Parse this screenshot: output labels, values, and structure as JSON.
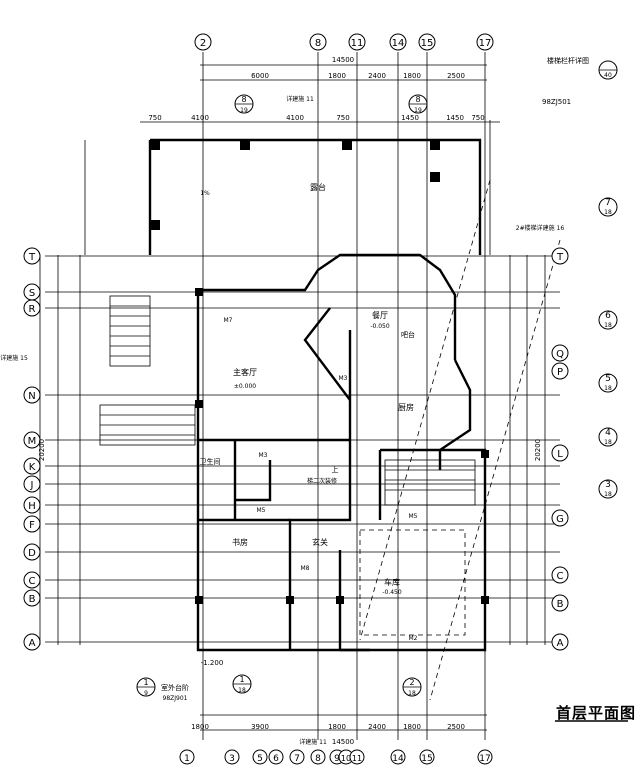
{
  "title": "首层平面图",
  "ref_stair": "楼梯栏杆详图",
  "ref_stair_code": "98ZJ501",
  "ref_stair_detail": "40",
  "top_axes": [
    "2",
    "8",
    "11",
    "14",
    "15",
    "17"
  ],
  "bottom_axes": [
    "1",
    "3",
    "5",
    "6",
    "7",
    "8",
    "9",
    "10",
    "11",
    "14",
    "15",
    "17"
  ],
  "left_axes": [
    "T",
    "S",
    "R",
    "N",
    "M",
    "K",
    "J",
    "H",
    "F",
    "D",
    "C",
    "B",
    "A"
  ],
  "right_axes": [
    "7",
    "T",
    "6",
    "Q",
    "P",
    "5",
    "4",
    "L",
    "3",
    "G",
    "C",
    "B",
    "A"
  ],
  "top_dims_total": "14500",
  "top_dims": [
    "6000",
    "1800",
    "2400",
    "1800",
    "2500"
  ],
  "top_dims2": [
    "750",
    "4100",
    "4100",
    "750",
    "1450",
    "1450",
    "750"
  ],
  "bottom_dims_total": "14500",
  "bottom_dims": [
    "1800",
    "3900",
    "1800",
    "2400",
    "1800",
    "2500"
  ],
  "left_dims_total": "20200",
  "right_dims_total": "20200",
  "rooms": {
    "living": "主客厅",
    "living_elev": "±0.000",
    "dining": "餐厅",
    "kitchen": "厨房",
    "bathroom": "卫生间",
    "study": "书房",
    "foyer": "玄关",
    "garage": "车库",
    "terrace": "露台",
    "bar": "吧台",
    "stair_note": "梯二次装修",
    "garage_elev": "-0.450",
    "dining_elev": "-0.050",
    "outdoor_elev": "-1.200",
    "outdoor_step": "室外台阶",
    "outdoor_step_code": "98ZJ901",
    "upper_note": "上",
    "m3": "M3",
    "m5": "M5",
    "m7": "M7",
    "m8": "M8",
    "m2": "M2",
    "ramp": "1%",
    "note_top1": "详建施 11",
    "note_left": "详建施 15",
    "note_right": "2#楼梯详建施 16",
    "note_bottom": "详建施 11"
  },
  "detail_refs": [
    {
      "num": "8",
      "den": "19"
    },
    {
      "num": "8",
      "den": "19"
    },
    {
      "num": "7",
      "den": "18"
    },
    {
      "num": "6",
      "den": "18"
    },
    {
      "num": "5",
      "den": "18"
    },
    {
      "num": "4",
      "den": "18"
    },
    {
      "num": "3",
      "den": "18"
    },
    {
      "num": "1",
      "den": "18"
    },
    {
      "num": "2",
      "den": "18"
    },
    {
      "num": "1",
      "den": "9"
    }
  ]
}
